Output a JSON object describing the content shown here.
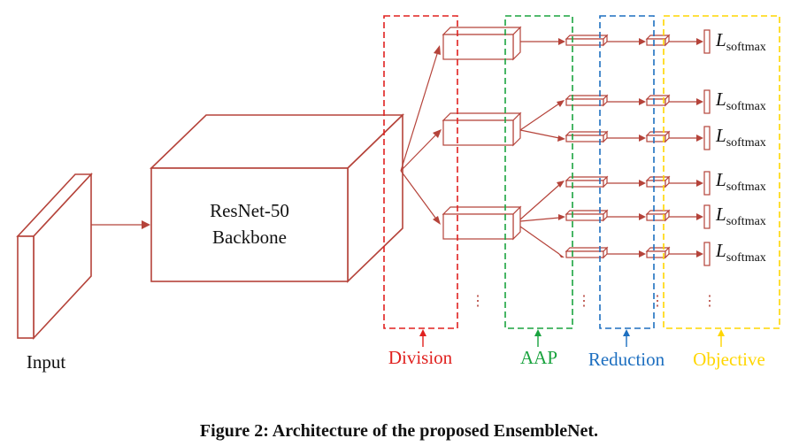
{
  "input_label": "Input",
  "backbone": {
    "line1": "ResNet-50",
    "line2": "Backbone"
  },
  "loss": {
    "symbol": "L",
    "subscript": "softmax"
  },
  "stages": {
    "division": {
      "label": "Division",
      "color": "#e0211f"
    },
    "aap": {
      "label": "AAP",
      "color": "#1aa33f"
    },
    "reduction": {
      "label": "Reduction",
      "color": "#1d6fc0"
    },
    "objective": {
      "label": "Objective",
      "color": "#ffd600"
    }
  },
  "ellipsis": "⋮",
  "caption": "Figure 2: Architecture of the proposed EnsembleNet.",
  "colors": {
    "stroke": "#b5433a"
  }
}
